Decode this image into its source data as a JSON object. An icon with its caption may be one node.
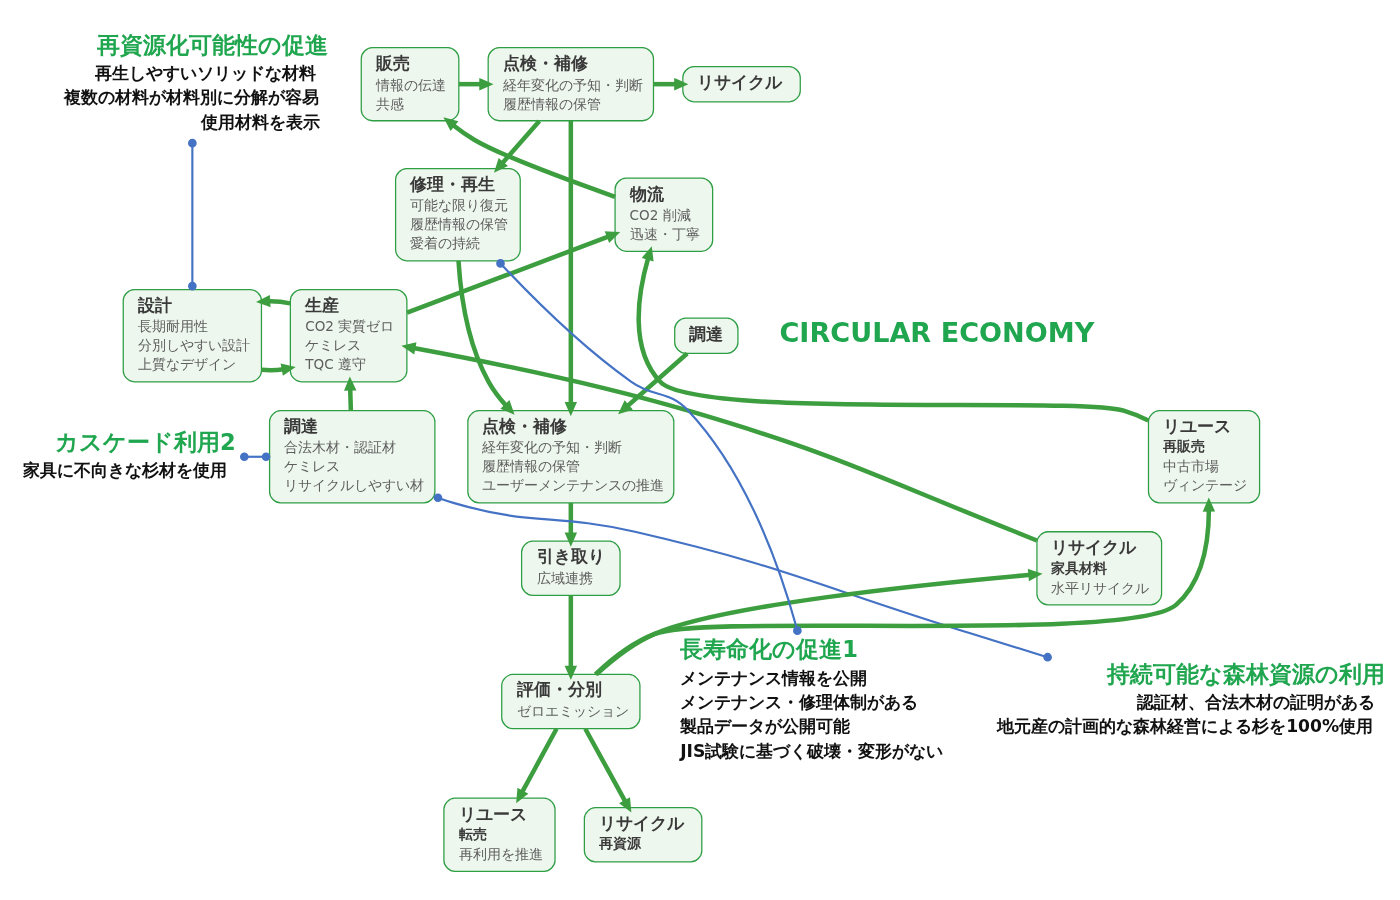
{
  "diagram": {
    "nodes": [
      {
        "text": [
          "販売",
          "情報の伝達",
          "共感"
        ]
      },
      {
        "text": [
          "点検・補修",
          "経年変化の予知・判断",
          "履歴情報の保管"
        ]
      },
      {
        "text": [
          "リサイクル"
        ]
      },
      {
        "text": [
          "再資源化可能性の促進",
          "再生しやすいソリッドな材料",
          "複数の材料が材料別に分解が容易",
          "使用材料を表示"
        ]
      },
      {
        "text": [
          "物流",
          "CO2 削減",
          "迅速・丁寧"
        ]
      },
      {
        "text": [
          "修理・再生",
          "可能な限り復元",
          "履歴情報の保管",
          "愛着の持続"
        ]
      },
      {
        "text": [
          "生産",
          "CO2 実質ゼロ",
          "ケミレス",
          "TQC 遵守"
        ]
      },
      {
        "text": [
          "設計",
          "長期耐用性",
          "分別しやすい設計",
          "上質なデザイン"
        ]
      },
      {
        "text": [
          "リユース",
          "再販売",
          "中古市場",
          "ヴィンテージ"
        ]
      },
      {
        "text": [
          "カスケード利用2",
          "家具に不向きな杉材を使用"
        ]
      },
      {
        "text": [
          "調達"
        ]
      },
      {
        "text": [
          "調達",
          "合法木材・認証材",
          "ケミレス",
          "リサイクルしやすい材"
        ]
      },
      {
        "text": [
          "点検・補修",
          "経年変化の予知・判断",
          "履歴情報の保管",
          "ユーザーメンテナンスの推進"
        ]
      },
      {
        "text": [
          "リサイクル",
          "家具材料",
          "水平リサイクル"
        ]
      },
      {
        "text": [
          "持続可能な森林資源の利用",
          "認証材、合法木材の証明がある",
          "地元産の計画的な森林経営による杉を100%使用"
        ]
      },
      {
        "text": [
          "リユース",
          "転売",
          "再利用を推進"
        ]
      },
      {
        "text": [
          "評価・分別",
          "ゼロエミッション"
        ]
      },
      {
        "text": [
          "引き取り",
          "広域連携"
        ]
      },
      {
        "text": [
          "長寿命化の促進1",
          "メンテナンス情報を公開",
          "メンテナンス・修理体制がある",
          "製品データが公開可能",
          "JIS試験に基づく破壊・変形がない"
        ]
      },
      {
        "text": [
          "リサイクル",
          "再資源"
        ]
      }
    ],
    "edges": [
      {
        "from": 7,
        "to": 6,
        "arrow": "to"
      },
      {
        "from": 11,
        "to": 6,
        "arrow": "to"
      },
      {
        "from": 6,
        "to": 7,
        "arrow": "to"
      },
      {
        "from": 6,
        "to": 4,
        "arrow": "to"
      },
      {
        "from": 4,
        "to": 0,
        "arrow": "to"
      },
      {
        "from": 0,
        "to": 1,
        "arrow": "to"
      },
      {
        "from": 1,
        "to": 2,
        "arrow": "to"
      },
      {
        "from": 1,
        "to": 5,
        "arrow": "to"
      },
      {
        "from": 1,
        "to": 12,
        "arrow": "to"
      },
      {
        "from": 5,
        "to": 12,
        "arrow": "to"
      },
      {
        "from": 10,
        "to": 12,
        "arrow": "to"
      },
      {
        "from": 12,
        "to": 17,
        "arrow": "to"
      },
      {
        "from": 17,
        "to": 16,
        "arrow": "to"
      },
      {
        "from": 16,
        "to": 13,
        "arrow": "to"
      },
      {
        "from": 16,
        "to": 8,
        "arrow": "to"
      },
      {
        "from": 16,
        "to": 15,
        "arrow": "to"
      },
      {
        "from": 16,
        "to": 19,
        "arrow": "to"
      },
      {
        "from": 13,
        "to": 6,
        "arrow": "to"
      },
      {
        "from": 8,
        "to": 4,
        "arrow": "to"
      },
      {
        "from": 3,
        "to": 7,
        "arrow": "other",
        "color": "#4472c4"
      },
      {
        "from": 9,
        "to": 11,
        "arrow": "other",
        "color": "#4472c4"
      },
      {
        "from": 14,
        "to": 11,
        "arrow": "other",
        "color": "#4472c4"
      },
      {
        "from": 18,
        "to": 5,
        "arrow": "other",
        "color": "#4472c4"
      }
    ],
    "labels": [
      "CIRCULAR ECONOMY"
    ]
  }
}
